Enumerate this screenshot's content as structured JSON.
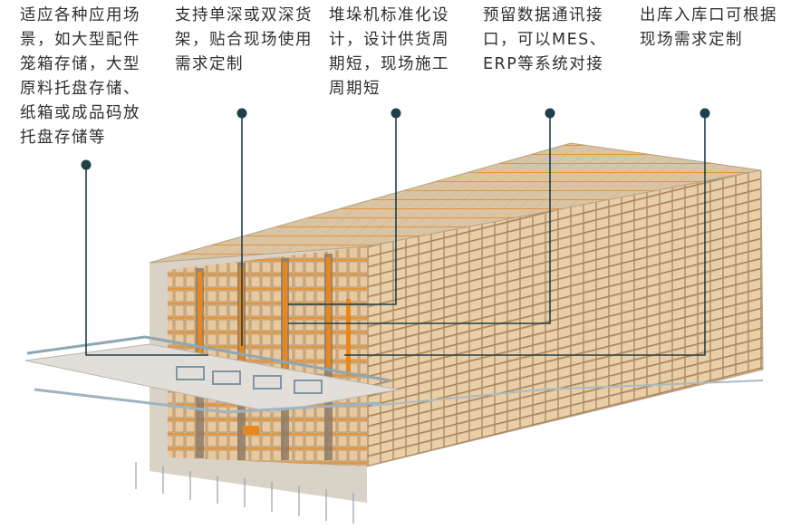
{
  "callouts": [
    {
      "text": "适应各种应用场\n景，如大型配件\n笼箱存储，大型\n原料托盘存储、\n纸箱或成品码放\n托盘存储等"
    },
    {
      "text": "支持单深或双深货\n架，贴合现场使用\n需求定制"
    },
    {
      "text": "堆垛机标准化设\n计，设计供货周\n期短，现场施工\n周期短"
    },
    {
      "text": "预留数据通讯接\n口，可以MES、\nERP等系统对接"
    },
    {
      "text": "出库入库口可根据\n现场需求定制"
    }
  ],
  "colors": {
    "text": "#2f2f2f",
    "leader": "#1f3f4a",
    "rack_orange": "#e8871e",
    "box_tan": "#e2c49a",
    "box_edge": "#b8956b"
  }
}
